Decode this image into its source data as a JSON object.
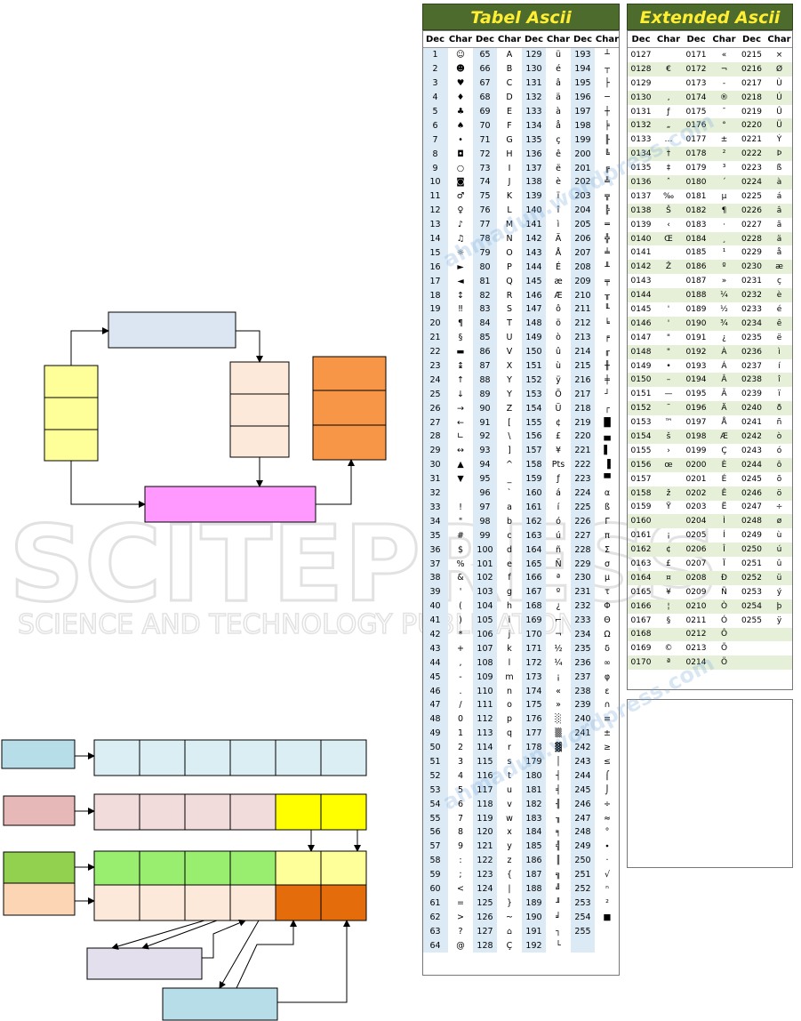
{
  "ascii_table": {
    "title": "Tabel Ascii",
    "headers": [
      "Dec",
      "Char",
      "Dec",
      "Char",
      "Dec",
      "Char",
      "Dec",
      "Char"
    ],
    "rows": [
      [
        "1",
        "☺",
        "65",
        "A",
        "129",
        "ü",
        "193",
        "┴"
      ],
      [
        "2",
        "☻",
        "66",
        "B",
        "130",
        "é",
        "194",
        "┬"
      ],
      [
        "3",
        "♥",
        "67",
        "C",
        "131",
        "â",
        "195",
        "├"
      ],
      [
        "4",
        "♦",
        "68",
        "D",
        "132",
        "ä",
        "196",
        "─"
      ],
      [
        "5",
        "♣",
        "69",
        "E",
        "133",
        "à",
        "197",
        "┼"
      ],
      [
        "6",
        "♠",
        "70",
        "F",
        "134",
        "å",
        "198",
        "╞"
      ],
      [
        "7",
        "•",
        "71",
        "G",
        "135",
        "ç",
        "199",
        "╟"
      ],
      [
        "8",
        "◘",
        "72",
        "H",
        "136",
        "ê",
        "200",
        "╚"
      ],
      [
        "9",
        "○",
        "73",
        "I",
        "137",
        "ë",
        "201",
        "╔"
      ],
      [
        "10",
        "◙",
        "74",
        "J",
        "138",
        "è",
        "202",
        "╩"
      ],
      [
        "11",
        "♂",
        "75",
        "K",
        "139",
        "ï",
        "203",
        "╦"
      ],
      [
        "12",
        "♀",
        "76",
        "L",
        "140",
        "î",
        "204",
        "╠"
      ],
      [
        "13",
        "♪",
        "77",
        "M",
        "141",
        "ì",
        "205",
        "═"
      ],
      [
        "14",
        "♫",
        "78",
        "N",
        "142",
        "Ä",
        "206",
        "╬"
      ],
      [
        "15",
        "☼",
        "79",
        "O",
        "143",
        "Å",
        "207",
        "╧"
      ],
      [
        "16",
        "►",
        "80",
        "P",
        "144",
        "É",
        "208",
        "╨"
      ],
      [
        "17",
        "◄",
        "81",
        "Q",
        "145",
        "æ",
        "209",
        "╤"
      ],
      [
        "18",
        "↕",
        "82",
        "R",
        "146",
        "Æ",
        "210",
        "╥"
      ],
      [
        "19",
        "‼",
        "83",
        "S",
        "147",
        "ô",
        "211",
        "╙"
      ],
      [
        "20",
        "¶",
        "84",
        "T",
        "148",
        "ö",
        "212",
        "╘"
      ],
      [
        "21",
        "§",
        "85",
        "U",
        "149",
        "ò",
        "213",
        "╒"
      ],
      [
        "22",
        "▬",
        "86",
        "V",
        "150",
        "û",
        "214",
        "╓"
      ],
      [
        "23",
        "↨",
        "87",
        "X",
        "151",
        "ù",
        "215",
        "╫"
      ],
      [
        "24",
        "↑",
        "88",
        "Y",
        "152",
        "ÿ",
        "216",
        "╪"
      ],
      [
        "25",
        "↓",
        "89",
        "Y",
        "153",
        "Ö",
        "217",
        "┘"
      ],
      [
        "26",
        "→",
        "90",
        "Z",
        "154",
        "Ü",
        "218",
        "┌"
      ],
      [
        "27",
        "←",
        "91",
        "[",
        "155",
        "¢",
        "219",
        "█"
      ],
      [
        "28",
        "∟",
        "92",
        "\\",
        "156",
        "£",
        "220",
        "▄"
      ],
      [
        "29",
        "↔",
        "93",
        "]",
        "157",
        "¥",
        "221",
        "▌"
      ],
      [
        "30",
        "▲",
        "94",
        "^",
        "158",
        "Pts",
        "222",
        "▐"
      ],
      [
        "31",
        "▼",
        "95",
        "_",
        "159",
        "ƒ",
        "223",
        "▀"
      ],
      [
        "32",
        "",
        "96",
        "`",
        "160",
        "á",
        "224",
        "α"
      ],
      [
        "33",
        "!",
        "97",
        "a",
        "161",
        "í",
        "225",
        "ß"
      ],
      [
        "34",
        "\"",
        "98",
        "b",
        "162",
        "ó",
        "226",
        "Γ"
      ],
      [
        "35",
        "#",
        "99",
        "c",
        "163",
        "ú",
        "227",
        "π"
      ],
      [
        "36",
        "$",
        "100",
        "d",
        "164",
        "ñ",
        "228",
        "Σ"
      ],
      [
        "37",
        "%",
        "101",
        "e",
        "165",
        "Ñ",
        "229",
        "σ"
      ],
      [
        "38",
        "&",
        "102",
        "f",
        "166",
        "ª",
        "230",
        "µ"
      ],
      [
        "39",
        "'",
        "103",
        "g",
        "167",
        "º",
        "231",
        "τ"
      ],
      [
        "40",
        "(",
        "104",
        "h",
        "168",
        "¿",
        "232",
        "Φ"
      ],
      [
        "41",
        ")",
        "105",
        "i",
        "169",
        "⌐",
        "233",
        "Θ"
      ],
      [
        "42",
        "*",
        "106",
        "j",
        "170",
        "¬",
        "234",
        "Ω"
      ],
      [
        "43",
        "+",
        "107",
        "k",
        "171",
        "½",
        "235",
        "δ"
      ],
      [
        "44",
        ",",
        "108",
        "l",
        "172",
        "¼",
        "236",
        "∞"
      ],
      [
        "45",
        "-",
        "109",
        "m",
        "173",
        "¡",
        "237",
        "φ"
      ],
      [
        "46",
        ".",
        "110",
        "n",
        "174",
        "«",
        "238",
        "ε"
      ],
      [
        "47",
        "/",
        "111",
        "o",
        "175",
        "»",
        "239",
        "∩"
      ],
      [
        "48",
        "0",
        "112",
        "p",
        "176",
        "░",
        "240",
        "≡"
      ],
      [
        "49",
        "1",
        "113",
        "q",
        "177",
        "▒",
        "241",
        "±"
      ],
      [
        "50",
        "2",
        "114",
        "r",
        "178",
        "▓",
        "242",
        "≥"
      ],
      [
        "51",
        "3",
        "115",
        "s",
        "179",
        "│",
        "243",
        "≤"
      ],
      [
        "52",
        "4",
        "116",
        "t",
        "180",
        "┤",
        "244",
        "⌠"
      ],
      [
        "53",
        "5",
        "117",
        "u",
        "181",
        "╡",
        "245",
        "⌡"
      ],
      [
        "54",
        "6",
        "118",
        "v",
        "182",
        "╢",
        "246",
        "÷"
      ],
      [
        "55",
        "7",
        "119",
        "w",
        "183",
        "╖",
        "247",
        "≈"
      ],
      [
        "56",
        "8",
        "120",
        "x",
        "184",
        "╕",
        "248",
        "°"
      ],
      [
        "57",
        "9",
        "121",
        "y",
        "185",
        "╣",
        "249",
        "∙"
      ],
      [
        "58",
        ":",
        "122",
        "z",
        "186",
        "║",
        "250",
        "·"
      ],
      [
        "59",
        ";",
        "123",
        "{",
        "187",
        "╗",
        "251",
        "√"
      ],
      [
        "60",
        "<",
        "124",
        "|",
        "188",
        "╝",
        "252",
        "ⁿ"
      ],
      [
        "61",
        "=",
        "125",
        "}",
        "189",
        "╜",
        "253",
        "²"
      ],
      [
        "62",
        ">",
        "126",
        "~",
        "190",
        "╛",
        "254",
        "■"
      ],
      [
        "63",
        "?",
        "127",
        "⌂",
        "191",
        "┐",
        "255",
        ""
      ],
      [
        "64",
        "@",
        "128",
        "Ç",
        "192",
        "└",
        "",
        ""
      ]
    ]
  },
  "extended_table": {
    "title": "Extended Ascii",
    "headers": [
      "Dec",
      "Char",
      "Dec",
      "Char",
      "Dec",
      "Char"
    ],
    "rows": [
      [
        "0127",
        "",
        "0171",
        "«",
        "0215",
        "×"
      ],
      [
        "0128",
        "€",
        "0172",
        "¬",
        "0216",
        "Ø"
      ],
      [
        "0129",
        "",
        "0173",
        "-",
        "0217",
        "Ù"
      ],
      [
        "0130",
        "‚",
        "0174",
        "®",
        "0218",
        "Ú"
      ],
      [
        "0131",
        "ƒ",
        "0175",
        "¯",
        "0219",
        "Û"
      ],
      [
        "0132",
        "„",
        "0176",
        "°",
        "0220",
        "Ü"
      ],
      [
        "0133",
        "…",
        "0177",
        "±",
        "0221",
        "Ý"
      ],
      [
        "0134",
        "†",
        "0178",
        "²",
        "0222",
        "Þ"
      ],
      [
        "0135",
        "‡",
        "0179",
        "³",
        "0223",
        "ß"
      ],
      [
        "0136",
        "ˆ",
        "0180",
        "´",
        "0224",
        "à"
      ],
      [
        "0137",
        "‰",
        "0181",
        "µ",
        "0225",
        "á"
      ],
      [
        "0138",
        "Š",
        "0182",
        "¶",
        "0226",
        "â"
      ],
      [
        "0139",
        "‹",
        "0183",
        "·",
        "0227",
        "ã"
      ],
      [
        "0140",
        "Œ",
        "0184",
        "¸",
        "0228",
        "ä"
      ],
      [
        "0141",
        "",
        "0185",
        "¹",
        "0229",
        "å"
      ],
      [
        "0142",
        "Ž",
        "0186",
        "º",
        "0230",
        "æ"
      ],
      [
        "0143",
        "",
        "0187",
        "»",
        "0231",
        "ç"
      ],
      [
        "0144",
        "",
        "0188",
        "¼",
        "0232",
        "è"
      ],
      [
        "0145",
        "'",
        "0189",
        "½",
        "0233",
        "é"
      ],
      [
        "0146",
        "'",
        "0190",
        "¾",
        "0234",
        "ê"
      ],
      [
        "0147",
        "\"",
        "0191",
        "¿",
        "0235",
        "ë"
      ],
      [
        "0148",
        "\"",
        "0192",
        "À",
        "0236",
        "ì"
      ],
      [
        "0149",
        "•",
        "0193",
        "Á",
        "0237",
        "í"
      ],
      [
        "0150",
        "–",
        "0194",
        "Â",
        "0238",
        "î"
      ],
      [
        "0151",
        "—",
        "0195",
        "Ã",
        "0239",
        "ï"
      ],
      [
        "0152",
        "˜",
        "0196",
        "Ä",
        "0240",
        "ð"
      ],
      [
        "0153",
        "™",
        "0197",
        "Å",
        "0241",
        "ñ"
      ],
      [
        "0154",
        "š",
        "0198",
        "Æ",
        "0242",
        "ò"
      ],
      [
        "0155",
        "›",
        "0199",
        "Ç",
        "0243",
        "ó"
      ],
      [
        "0156",
        "œ",
        "0200",
        "È",
        "0244",
        "ô"
      ],
      [
        "0157",
        "",
        "0201",
        "É",
        "0245",
        "õ"
      ],
      [
        "0158",
        "ž",
        "0202",
        "Ê",
        "0246",
        "ö"
      ],
      [
        "0159",
        "Ÿ",
        "0203",
        "Ë",
        "0247",
        "÷"
      ],
      [
        "0160",
        "",
        "0204",
        "Ì",
        "0248",
        "ø"
      ],
      [
        "0161",
        "¡",
        "0205",
        "Í",
        "0249",
        "ù"
      ],
      [
        "0162",
        "¢",
        "0206",
        "Î",
        "0250",
        "ú"
      ],
      [
        "0163",
        "£",
        "0207",
        "Ï",
        "0251",
        "û"
      ],
      [
        "0164",
        "¤",
        "0208",
        "Ð",
        "0252",
        "ü"
      ],
      [
        "0165",
        "¥",
        "0209",
        "Ñ",
        "0253",
        "ý"
      ],
      [
        "0166",
        "¦",
        "0210",
        "Ò",
        "0254",
        "þ"
      ],
      [
        "0167",
        "§",
        "0211",
        "Ó",
        "0255",
        "ÿ"
      ],
      [
        "0168",
        "",
        "0212",
        "Ô",
        "",
        ""
      ],
      [
        "0169",
        "©",
        "0213",
        "Õ",
        "",
        ""
      ],
      [
        "0170",
        "ª",
        "0214",
        "Ö",
        "",
        ""
      ]
    ]
  },
  "watermarks": {
    "site_top": "ahmadun.wordpress.com",
    "site_bottom": "ahmadun.wordpress.com",
    "brand_main": "SCITEPRESS",
    "brand_sub": "SCIENCE AND TECHNOLOGY PUBLICATIONS"
  },
  "colors": {
    "header_bg": "#4d6b2c",
    "header_text": "#ffee33",
    "blue_box": "#dce6f2",
    "yellow_box": "#ffff99",
    "peach_box": "#fde9d9",
    "orange_box": "#f79646",
    "magenta_box": "#ff99ff",
    "light_blue": "#b7dde8",
    "pink": "#e6b9b8",
    "green": "#92d050",
    "yellow": "#ffff00",
    "dark_orange": "#e46c0a",
    "lavender": "#e4dfec"
  }
}
